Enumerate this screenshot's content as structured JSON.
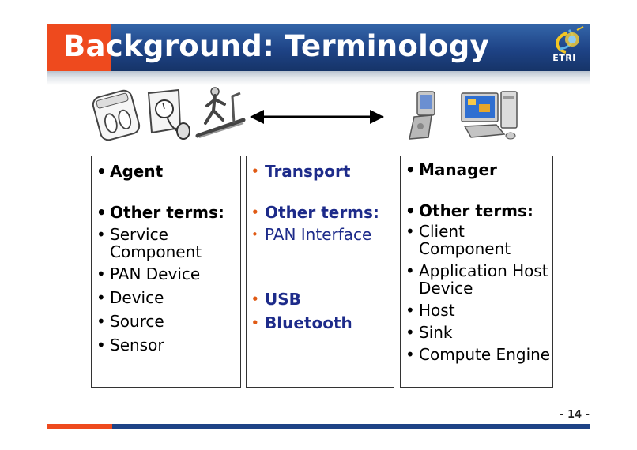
{
  "slide": {
    "title_prefix": "Ba",
    "title_rest": "ckground: Terminology",
    "logo_text": "ETRI",
    "page_number": "- 14 -"
  },
  "icons": [
    "scale-icon",
    "blood-pressure-monitor-icon",
    "treadmill-icon",
    "double-arrow-icon",
    "mobile-phone-icon",
    "desktop-computer-icon"
  ],
  "colors": {
    "header_blue": "#1e4386",
    "accent_orange": "#ee4a1e",
    "transport_text": "#1d2b8a"
  },
  "columns": [
    {
      "heading": "Agent",
      "other_terms_label": "Other terms:",
      "terms": [
        "Service Component",
        "PAN Device",
        "Device",
        "Source",
        "Sensor"
      ]
    },
    {
      "heading": "Transport",
      "other_terms_label": "Other terms:",
      "terms": [
        "PAN Interface"
      ],
      "examples": [
        "USB",
        "Bluetooth"
      ]
    },
    {
      "heading": "Manager",
      "other_terms_label": "Other terms:",
      "terms": [
        "Client Component",
        "Application Host Device",
        "Host",
        "Sink",
        "Compute Engine"
      ]
    }
  ]
}
